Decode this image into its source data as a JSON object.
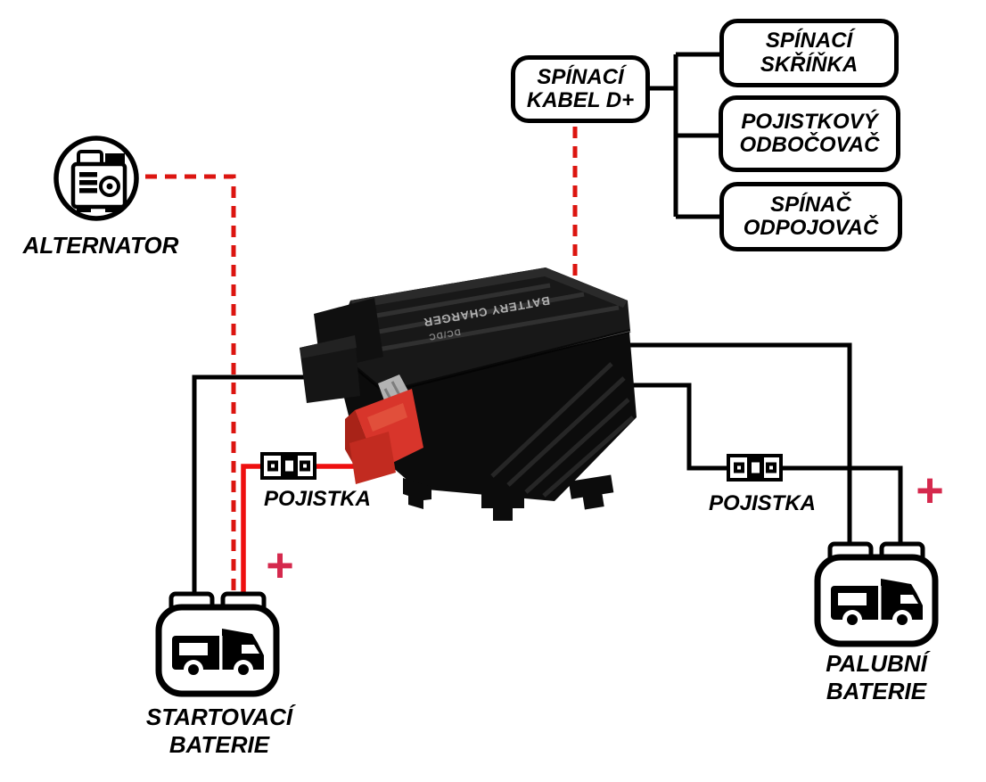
{
  "colors": {
    "background": "#ffffff",
    "line_black": "#000000",
    "wire_red": "#ee0f0f",
    "dash_red": "#dc1510",
    "plus_red": "#d5294d",
    "connector_red": "#d8352b"
  },
  "flow_boxes": {
    "spinaci_kabel": {
      "line1": "SPÍNACÍ",
      "line2": "KABEL D+"
    },
    "spinaci_skrinka": {
      "line1": "SPÍNACÍ",
      "line2": "SKŘÍŇKA"
    },
    "pojistkovy_odbocovac": {
      "line1": "POJISTKOVÝ",
      "line2": "ODBOČOVAČ"
    },
    "spinac_odpojovac": {
      "line1": "SPÍNAČ",
      "line2": "ODPOJOVAČ"
    }
  },
  "labels": {
    "alternator": "ALTERNATOR",
    "fuse_left": "POJISTKA",
    "fuse_right": "POJISTKA",
    "battery_start_line1": "STARTOVACÍ",
    "battery_start_line2": "BATERIE",
    "battery_board_line1": "PALUBNÍ",
    "battery_board_line2": "BATERIE",
    "plus_left": "+",
    "plus_right": "+"
  },
  "device": {
    "label": "BATTERY CHARGER",
    "sublabel": "DC/DC"
  },
  "icons": {
    "alternator": "generator-icon",
    "fuse_left": "fuse-holder-icon",
    "fuse_right": "fuse-holder-icon",
    "battery_start": "camper-battery-icon",
    "battery_board": "camper-battery-icon"
  }
}
